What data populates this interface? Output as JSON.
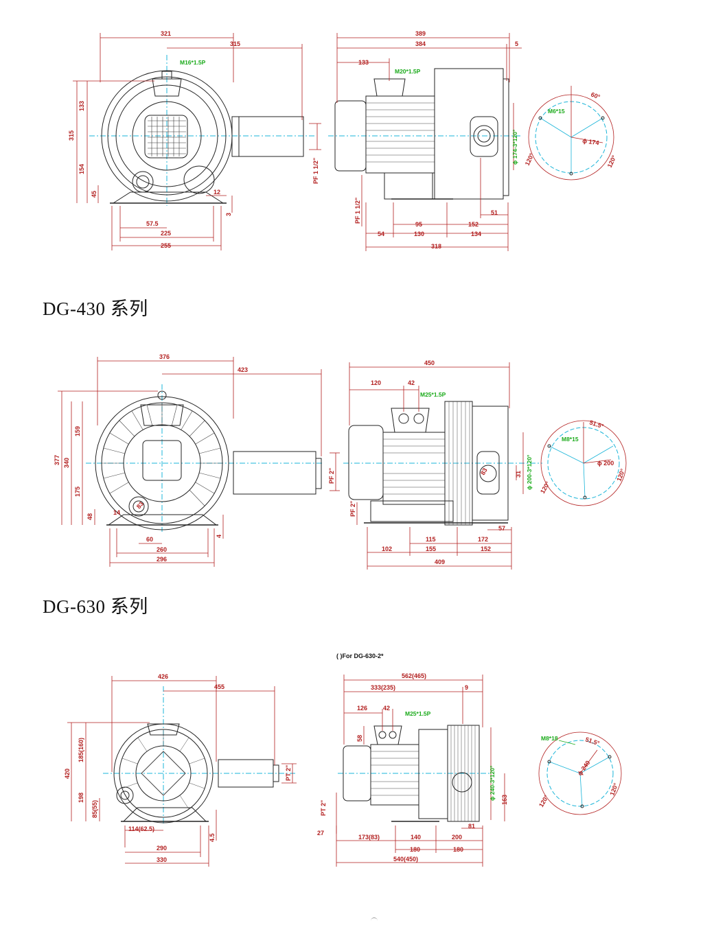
{
  "series": [
    {
      "title": "DG-430 系列",
      "front_dims": {
        "w321": "321",
        "w315": "315",
        "h133": "133",
        "h315": "315",
        "h154": "154",
        "h45": "45",
        "h12": "12",
        "h3": "3",
        "w57": "57.5",
        "w225": "225",
        "w255": "255",
        "port_thread": "M16*1.5P"
      },
      "side_dims": {
        "w389": "389",
        "w384": "384",
        "w5": "5",
        "w133": "133",
        "port_thread": "M20*1.5P",
        "pf_left": "PF 1 1/2\"",
        "pf_right": "PF 1 1/2\"",
        "pcd": "ϕ 174-3*120°",
        "w54": "54",
        "w130": "130",
        "w95": "95",
        "w152": "152",
        "w134": "134",
        "w51": "51",
        "w318": "318"
      },
      "flange": {
        "bolt": "M6*15",
        "angle_top": "60°",
        "diameter": "ϕ 174",
        "angle_left": "120°",
        "angle_right": "120°"
      }
    },
    {
      "title": "DG-630 系列",
      "front_dims": {
        "w376": "376",
        "w423": "423",
        "h377": "377",
        "h340": "340",
        "h159": "159",
        "h175": "175",
        "h48": "48",
        "h14": "14",
        "d83": "83",
        "w60": "60",
        "w260": "260",
        "w296": "296",
        "h4": "4",
        "pf": "PF 2\""
      },
      "side_dims": {
        "w450": "450",
        "w120": "120",
        "w42": "42",
        "port_thread": "M25*1.5P",
        "pf_left": "PF 2\"",
        "d83": "83",
        "w31": "31",
        "pcd": "ϕ 200-3*120°",
        "w115": "115",
        "w172": "172",
        "w57": "57",
        "w102": "102",
        "w155": "155",
        "w152": "152",
        "w409": "409"
      },
      "flange": {
        "bolt": "M8*15",
        "angle_top": "51.5°",
        "diameter": "ϕ 200",
        "angle_left": "120°",
        "angle_right": "120°"
      }
    },
    {
      "front_dims": {
        "w426": "426",
        "w455": "455",
        "h420": "420",
        "h185": "185(160)",
        "h198": "198",
        "h85": "85(55)",
        "w114": "114(62.5)",
        "w290": "290",
        "w330": "330",
        "h45": "4.5",
        "pt": "PT 2\""
      },
      "side_dims": {
        "note": "( )For DG-630-2*",
        "w562": "562(465)",
        "w333": "333(235)",
        "w9": "9",
        "w126": "126",
        "w42": "42",
        "port_thread": "M25*1.5P",
        "h58": "58",
        "pt_left": "PT 2\"",
        "h27": "27",
        "pcd": "ϕ 240-3*120°",
        "h163": "163",
        "w81": "81",
        "w173": "173(83)",
        "w140": "140",
        "w200": "200",
        "w180a": "180",
        "w180b": "180",
        "w540": "540(450)"
      },
      "flange": {
        "bolt": "M8*18",
        "angle_top": "51.5°",
        "diameter": "ϕ 240",
        "angle_left": "120°",
        "angle_right": "120°"
      }
    }
  ],
  "colors": {
    "dimension": "#b21e1e",
    "center_line": "#18b4d8",
    "thread_label": "#1aaa1a",
    "outline": "#222222"
  }
}
